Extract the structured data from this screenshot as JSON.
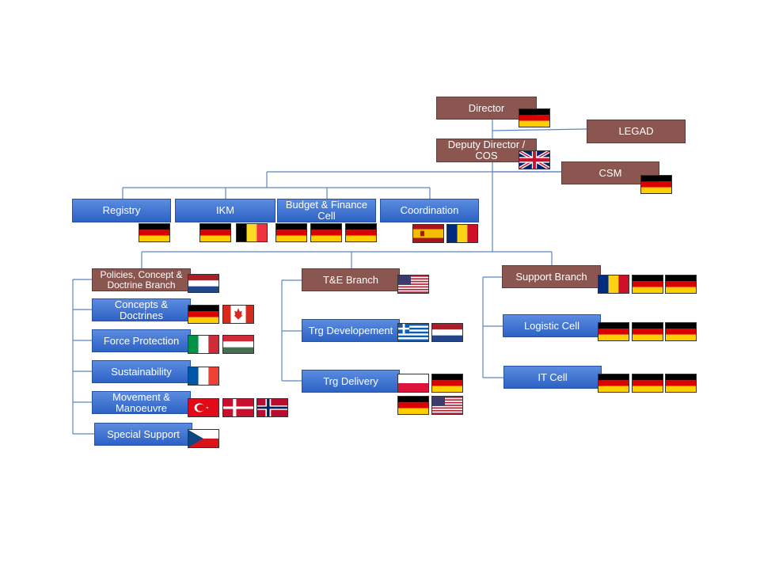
{
  "boxes": {
    "director": "Director",
    "legad": "LEGAD",
    "deputy": "Deputy Director / COS",
    "csm": "CSM",
    "registry": "Registry",
    "ikm": "IKM",
    "budget": "Budget & Finance Cell",
    "coordination": "Coordination",
    "policies": "Policies, Concept & Doctrine Branch",
    "concepts": "Concepts & Doctrines",
    "force": "Force Protection",
    "sustain": "Sustainability",
    "movement": "Movement & Manoeuvre",
    "special": "Special Support",
    "te": "T&E Branch",
    "trgdev": "Trg Developement",
    "trgdel": "Trg Delivery",
    "support": "Support Branch",
    "logistic": "Logistic Cell",
    "itcell": "IT Cell"
  },
  "colors": {
    "brown_box": "#8b5550",
    "blue_box": "#3a72d4",
    "connector": "#5b86c5"
  },
  "flags": [
    {
      "id": "director-flag-1",
      "country": "germany"
    },
    {
      "id": "deputy-flag-1",
      "country": "united-kingdom"
    },
    {
      "id": "csm-flag-1",
      "country": "germany"
    },
    {
      "id": "registry-flag-1",
      "country": "germany"
    },
    {
      "id": "ikm-flag-1",
      "country": "germany"
    },
    {
      "id": "ikm-flag-2",
      "country": "belgium"
    },
    {
      "id": "budget-flag-1",
      "country": "germany"
    },
    {
      "id": "budget-flag-2",
      "country": "germany"
    },
    {
      "id": "budget-flag-3",
      "country": "germany"
    },
    {
      "id": "coordination-flag-1",
      "country": "spain"
    },
    {
      "id": "coordination-flag-2",
      "country": "romania"
    },
    {
      "id": "policies-flag-1",
      "country": "netherlands"
    },
    {
      "id": "concepts-flag-1",
      "country": "germany"
    },
    {
      "id": "concepts-flag-2",
      "country": "canada"
    },
    {
      "id": "force-flag-1",
      "country": "italy"
    },
    {
      "id": "force-flag-2",
      "country": "hungary"
    },
    {
      "id": "sustain-flag-1",
      "country": "france"
    },
    {
      "id": "movement-flag-1",
      "country": "turkey"
    },
    {
      "id": "movement-flag-2",
      "country": "denmark"
    },
    {
      "id": "movement-flag-3",
      "country": "norway"
    },
    {
      "id": "special-flag-1",
      "country": "czech-republic"
    },
    {
      "id": "te-flag-1",
      "country": "united-states"
    },
    {
      "id": "trgdev-flag-1",
      "country": "greece"
    },
    {
      "id": "trgdev-flag-2",
      "country": "netherlands"
    },
    {
      "id": "trgdel-flag-1",
      "country": "poland"
    },
    {
      "id": "trgdel-flag-2",
      "country": "germany"
    },
    {
      "id": "trgdel-flag-3",
      "country": "germany"
    },
    {
      "id": "trgdel-flag-4",
      "country": "united-states"
    },
    {
      "id": "support-flag-1",
      "country": "romania"
    },
    {
      "id": "support-flag-2",
      "country": "germany"
    },
    {
      "id": "support-flag-3",
      "country": "germany"
    },
    {
      "id": "logistic-flag-1",
      "country": "germany"
    },
    {
      "id": "logistic-flag-2",
      "country": "germany"
    },
    {
      "id": "logistic-flag-3",
      "country": "germany"
    },
    {
      "id": "itcell-flag-1",
      "country": "germany"
    },
    {
      "id": "itcell-flag-2",
      "country": "germany"
    },
    {
      "id": "itcell-flag-3",
      "country": "germany"
    }
  ]
}
